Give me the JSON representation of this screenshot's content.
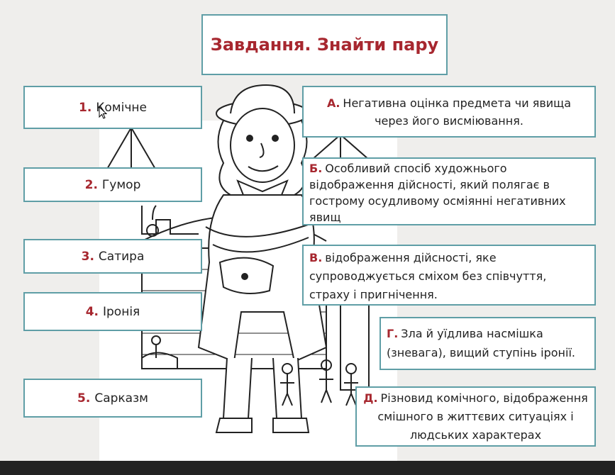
{
  "title": "Завдання. Знайти пару",
  "terms": [
    {
      "num": "1.",
      "label": "Комічне"
    },
    {
      "num": "2.",
      "label": "Гумор"
    },
    {
      "num": "3.",
      "label": "Сатира"
    },
    {
      "num": "4.",
      "label": "Іронія"
    },
    {
      "num": "5.",
      "label": "Сарказм"
    }
  ],
  "definitions": [
    {
      "letter": "А.",
      "text": "Негативна оцінка предмета чи явища через його висміювання."
    },
    {
      "letter": "Б.",
      "text": "Особливий спосіб художнього відображення дійсності, який полягає в гострому осудливому осміянні негативних явищ"
    },
    {
      "letter": "В.",
      "text": "відображення дійсності, яке супроводжується сміхом без співчуття, страху і пригнічення."
    },
    {
      "letter": "Г.",
      "text": "Зла й уїдлива насмішка (зневага), вищий ступінь іронії."
    },
    {
      "letter": "Д.",
      "text": "Різновид комічного, відображення смішного в життєвих ситуаціях і людських характерах"
    }
  ],
  "colors": {
    "accent": "#a7272f",
    "border": "#5f9ea6",
    "background": "#efeeec"
  },
  "icons": {
    "illustration": "baron-character-line-drawing",
    "cursor": "mouse-pointer-icon"
  }
}
